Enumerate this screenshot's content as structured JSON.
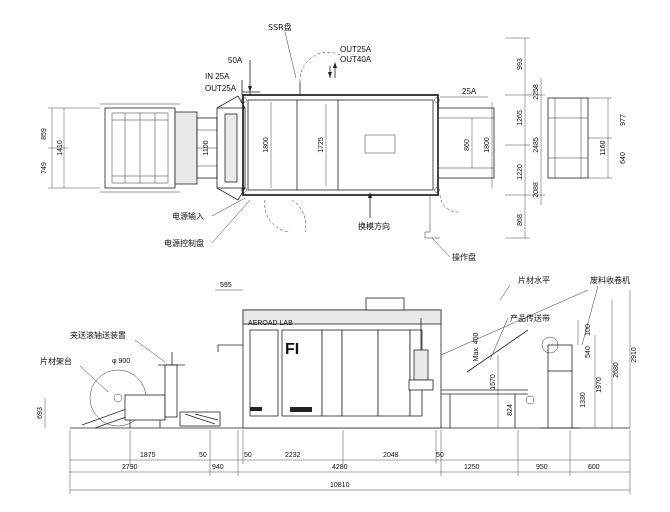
{
  "plan_view": {
    "labels": {
      "ssr_panel": "SSR盘",
      "out_25a_40a": [
        "OUT25A",
        "OUT40A"
      ],
      "in_50a": "50A",
      "in_25a": "IN 25A",
      "out_25a": "OUT25A",
      "right_25a": "25A",
      "power_input": "电源输入",
      "power_control_panel": "电源控制盘",
      "mold_change_direction": "换模方向",
      "operation_panel": "操作盘"
    },
    "dimensions": {
      "d_859": "859",
      "d_749": "749",
      "d_1410": "1410",
      "d_1100": "1100",
      "d_1800_left": "1800",
      "d_1725": "1725",
      "d_860": "860",
      "d_1800_right": "1800",
      "d_993": "993",
      "d_2258": "2258",
      "d_1265": "1265",
      "d_2485": "2485",
      "d_1220": "1220",
      "d_2088": "2088",
      "d_868": "868",
      "d_977": "977",
      "d_1160": "1160",
      "d_640": "640"
    }
  },
  "elevation_view": {
    "labels": {
      "sheet_level": "片材水平",
      "scrap_winder": "废料收卷机",
      "product_conveyor": "产品传送带",
      "feed_chain": "夹送滚轴送装置",
      "sheet_stand": "片材架台",
      "roll_diameter": "φ 900",
      "brand": "AEROAD LAB",
      "model": "FI",
      "max_400": "Max. 400"
    },
    "dimensions": {
      "d_595": "595",
      "d_693": "693",
      "d_100": "100",
      "d_540": "540",
      "d_1570": "1570",
      "d_824": "824",
      "d_1970": "1970",
      "d_1330": "1330",
      "d_2680": "2680",
      "d_2910": "2910"
    },
    "bottom_row1": [
      "1875",
      "50",
      "50",
      "2232",
      "2048",
      "50"
    ],
    "bottom_row2": [
      "2790",
      "940",
      "4280",
      "1250",
      "950",
      "600"
    ],
    "total": "10810"
  }
}
